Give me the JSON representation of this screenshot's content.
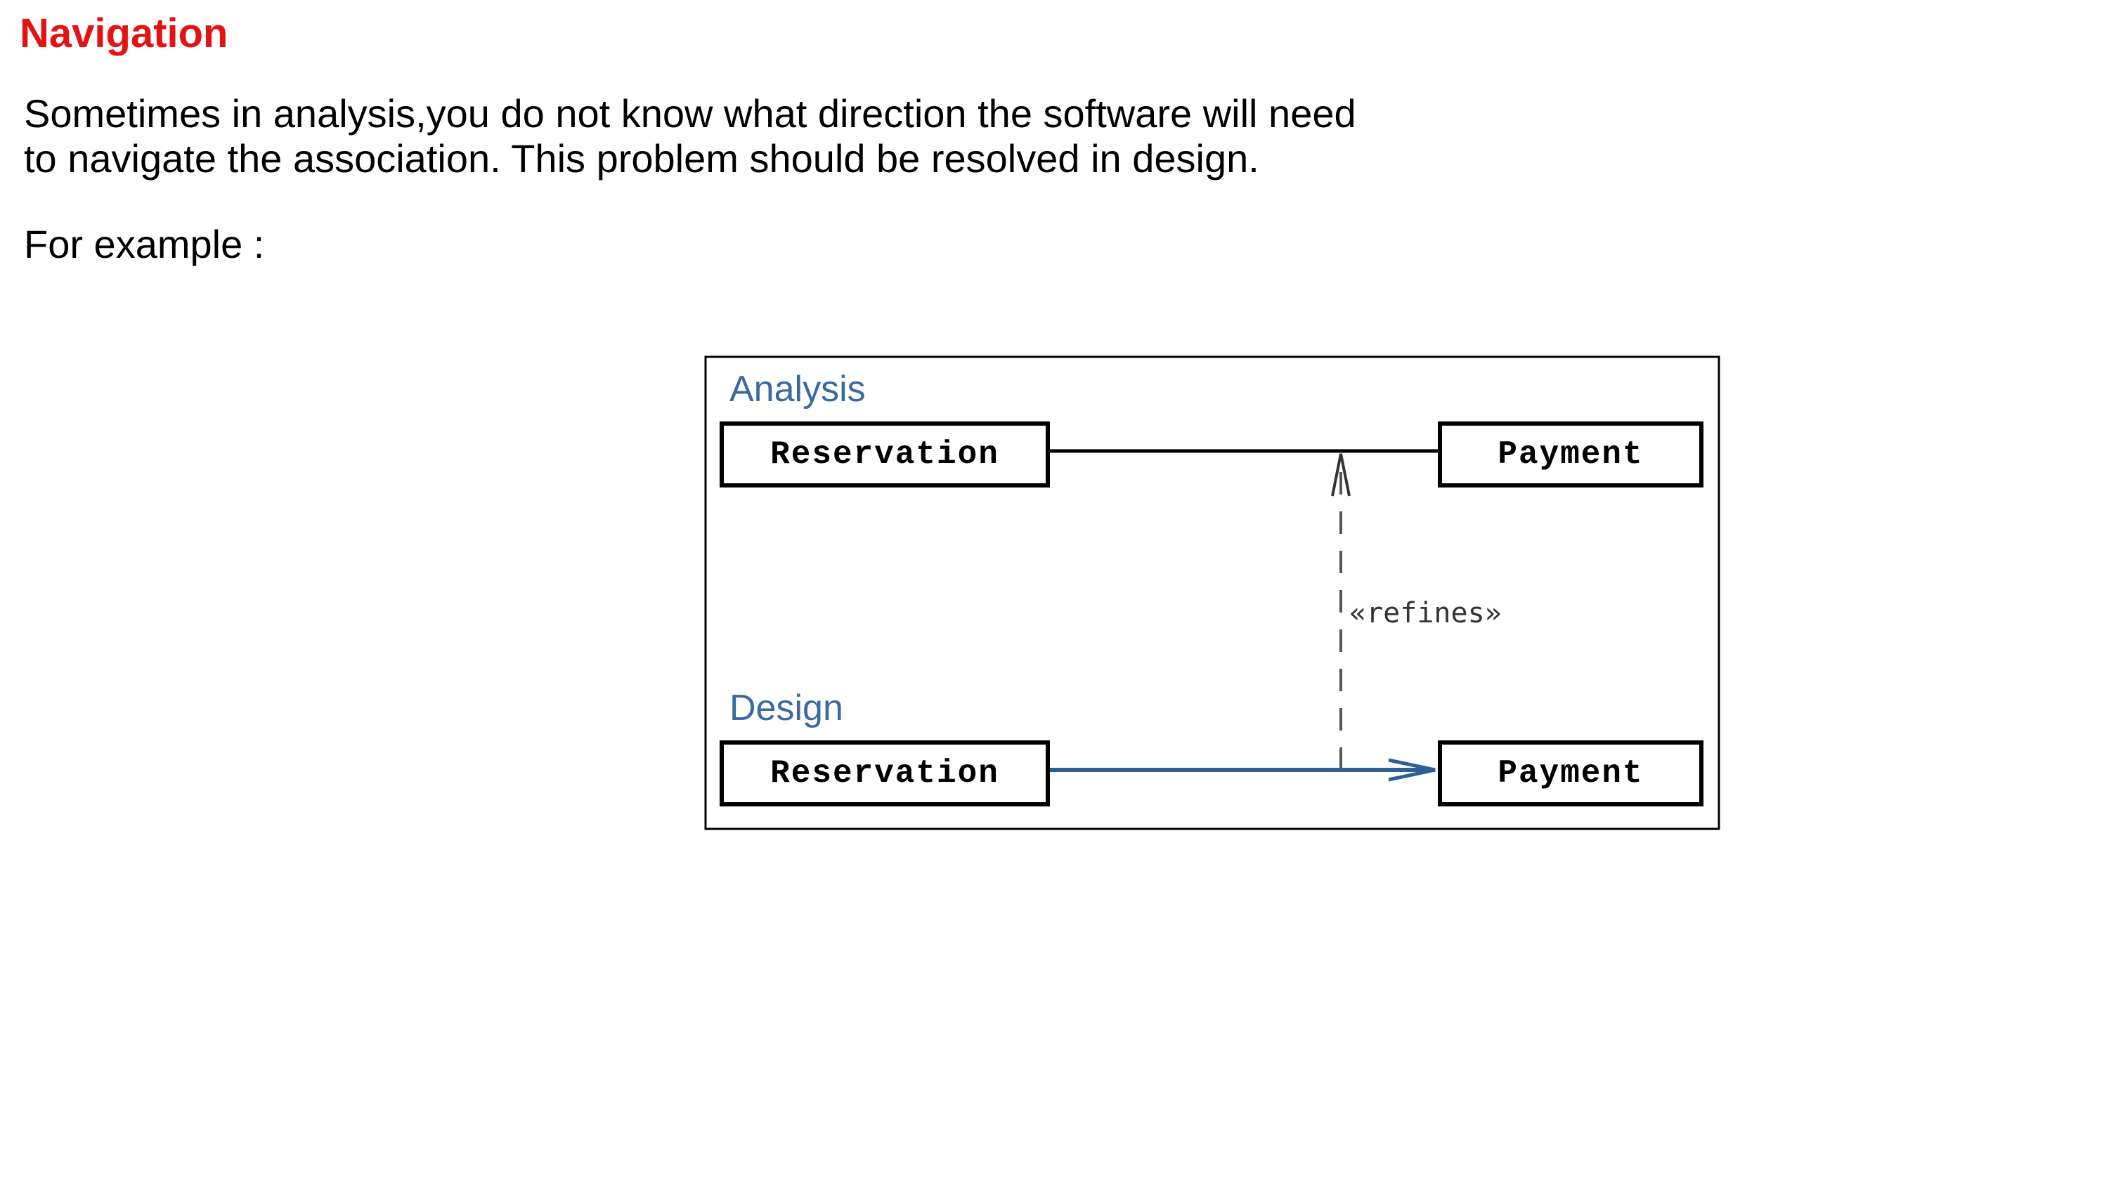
{
  "title": "Navigation",
  "body": {
    "line1": "Sometimes in analysis,you do not know what direction the software will need",
    "line2": "to navigate the association. This problem should be resolved in design.",
    "line3": "For example :"
  },
  "diagram": {
    "analysis": {
      "label": "Analysis",
      "left_class": "Reservation",
      "right_class": "Payment",
      "association": "undirected"
    },
    "design": {
      "label": "Design",
      "left_class": "Reservation",
      "right_class": "Payment",
      "association": "navigable-right"
    },
    "dependency": {
      "label": "«refines»",
      "from": "design-association",
      "to": "analysis-association",
      "style": "dashed-open-arrow"
    },
    "colors": {
      "title": "#e31313",
      "section_label": "#3a6aa0",
      "design_association": "#2e5f95",
      "dependency": "#555555"
    }
  }
}
